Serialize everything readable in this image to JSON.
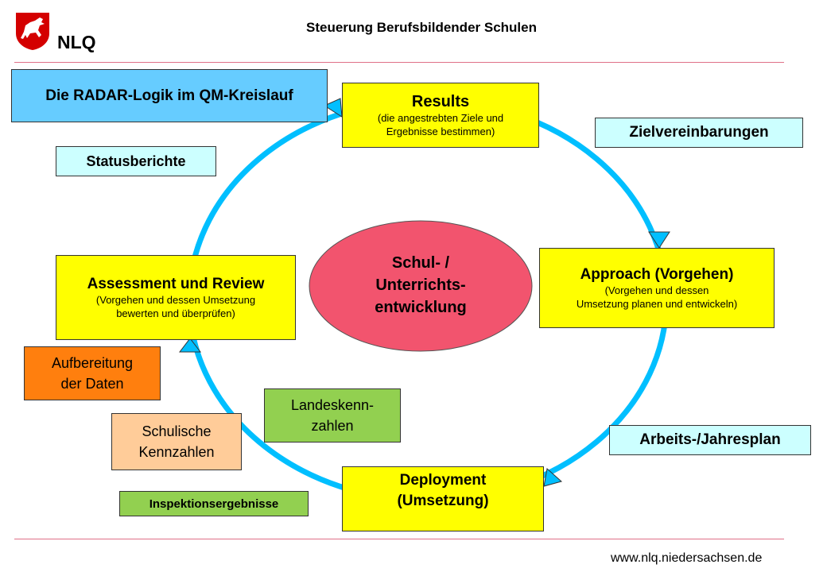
{
  "header": {
    "title": "Steuerung Berufsbildender Schulen",
    "org": "NLQ",
    "url": "www.nlq.niedersachsen.de"
  },
  "diagram": {
    "main_title": "Die RADAR-Logik im QM-Kreislauf",
    "center": [
      "Schul- /",
      "Unterrichts-",
      "entwicklung"
    ],
    "results": {
      "title": "Results",
      "sub": [
        "(die angestrebten Ziele und",
        "Ergebnisse bestimmen)"
      ]
    },
    "approach": {
      "title": "Approach (Vorgehen)",
      "sub": [
        "(Vorgehen und dessen",
        "Umsetzung planen und entwickeln)"
      ]
    },
    "deployment": {
      "title": [
        "Deployment",
        "(Umsetzung)"
      ]
    },
    "assessment": {
      "title": "Assessment und Review",
      "sub": [
        "(Vorgehen und dessen Umsetzung",
        "bewerten und überprüfen)"
      ]
    },
    "zielvereinbarungen": "Zielvereinbarungen",
    "statusberichte": "Statusberichte",
    "arbeitsplan": "Arbeits-/Jahresplan",
    "aufbereitung": [
      "Aufbereitung",
      "der Daten"
    ],
    "landeskennzahlen": [
      "Landeskenn-",
      "zahlen"
    ],
    "schulische": [
      "Schulische",
      "Kennzahlen"
    ],
    "inspektion": "Inspektionsergebnisse"
  },
  "colors": {
    "cycle": "#00bfff",
    "yellow": "#ffff00",
    "center": "#f2546e",
    "title_box": "#66ccff",
    "label_box": "#ccffff"
  }
}
